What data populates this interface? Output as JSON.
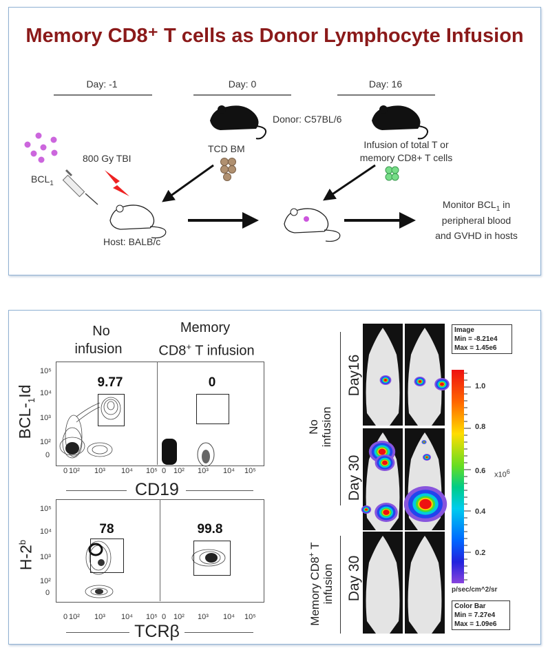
{
  "title": "Memory CD8⁺ T cells as Donor Lymphocyte Infusion",
  "colors": {
    "title": "#8b1a1a",
    "box_border": "#8fb0d2",
    "bcl1_cells": "#cc66dd",
    "bm_cells": "#b09070",
    "t_cells": "#66cc77",
    "tbi_bolt": "#ee2222"
  },
  "schema": {
    "days": [
      "Day: -1",
      "Day: 0",
      "Day: 16"
    ],
    "donor": "Donor: C57BL/6",
    "bcl1_label": "BCL",
    "bcl1_sub": "1",
    "tbi": "800 Gy TBI",
    "tcd_bm": "TCD BM",
    "infusion_line1": "Infusion of total T or",
    "infusion_line2": "memory CD8+ T cells",
    "host": "Host: BALB/c",
    "monitor_line1a": "Monitor BCL",
    "monitor_line1sub": "1",
    "monitor_line1b": " in",
    "monitor_line2": "peripheral blood",
    "monitor_line3": "and GVHD in hosts"
  },
  "flow": {
    "col_headers": [
      {
        "line1": "No",
        "line2": "infusion"
      },
      {
        "line1": "Memory",
        "line2a": "CD8",
        "line2sup": "+",
        "line2b": " T infusion"
      }
    ],
    "plots": [
      {
        "ylabel_a": "BCL-",
        "ylabel_sub": "1",
        "ylabel_b": "Id",
        "xlabel": "CD19",
        "gates": [
          "9.77",
          "0"
        ]
      },
      {
        "ylabel_a": "H-2",
        "ylabel_sup": "b",
        "xlabel": "TCRβ",
        "gates": [
          "78",
          "99.8"
        ]
      }
    ],
    "y_ticks": [
      "10⁵",
      "10⁴",
      "10³",
      "10²",
      "0"
    ],
    "x_ticks": [
      "0",
      "10²",
      "10³",
      "10⁴",
      "10⁵"
    ]
  },
  "imaging": {
    "groups": [
      {
        "label_line1": "No",
        "label_line2": "infusion",
        "rows": [
          "Day16",
          "Day 30"
        ]
      },
      {
        "label_line1a": "Memory CD8",
        "label_sup": "+",
        "label_line1b": " T",
        "label_line2": "infusion",
        "rows": [
          "Day 30"
        ]
      }
    ],
    "image_box": {
      "title": "Image",
      "min": "Min = -8.21e4",
      "max": "Max = 1.45e6"
    },
    "colorbar": {
      "ticks": [
        "1.0",
        "0.8",
        "0.6",
        "0.4",
        "0.2"
      ],
      "multiplier": "x10",
      "multiplier_exp": "6",
      "unit": "p/sec/cm^2/sr",
      "range_min": 72700,
      "range_max": 1090000
    },
    "colorbar_box": {
      "title": "Color Bar",
      "min": "Min = 7.27e4",
      "max": "Max = 1.09e6"
    }
  }
}
